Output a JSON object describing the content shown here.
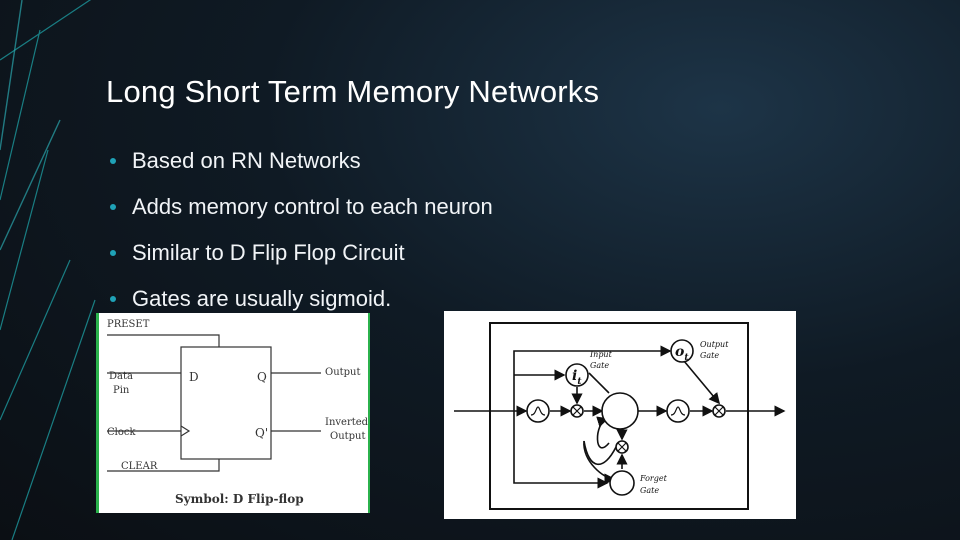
{
  "slide": {
    "title": "Long Short Term Memory Networks",
    "bullets": [
      "Based on RN Networks",
      "Adds memory control to each neuron",
      "Similar to D Flip Flop Circuit",
      "Gates are usually sigmoid."
    ],
    "accent_color": "#1fa2b7"
  },
  "flipflop": {
    "preset": "PRESET",
    "data_pin": [
      "Data",
      "Pin"
    ],
    "clock": "Clock",
    "clear": "CLEAR",
    "d": "D",
    "q": "Q",
    "q_bar": "Q'",
    "output": "Output",
    "inverted_output": [
      "Inverted",
      "Output"
    ],
    "caption": "Symbol: D Flip-flop"
  },
  "lstm": {
    "input_gate": [
      "Input",
      "Gate"
    ],
    "output_gate": [
      "Output",
      "Gate"
    ],
    "forget_gate": [
      "Forget",
      "Gate"
    ],
    "i_t": "i",
    "i_sub": "t",
    "o_t": "o",
    "o_sub": "t"
  }
}
